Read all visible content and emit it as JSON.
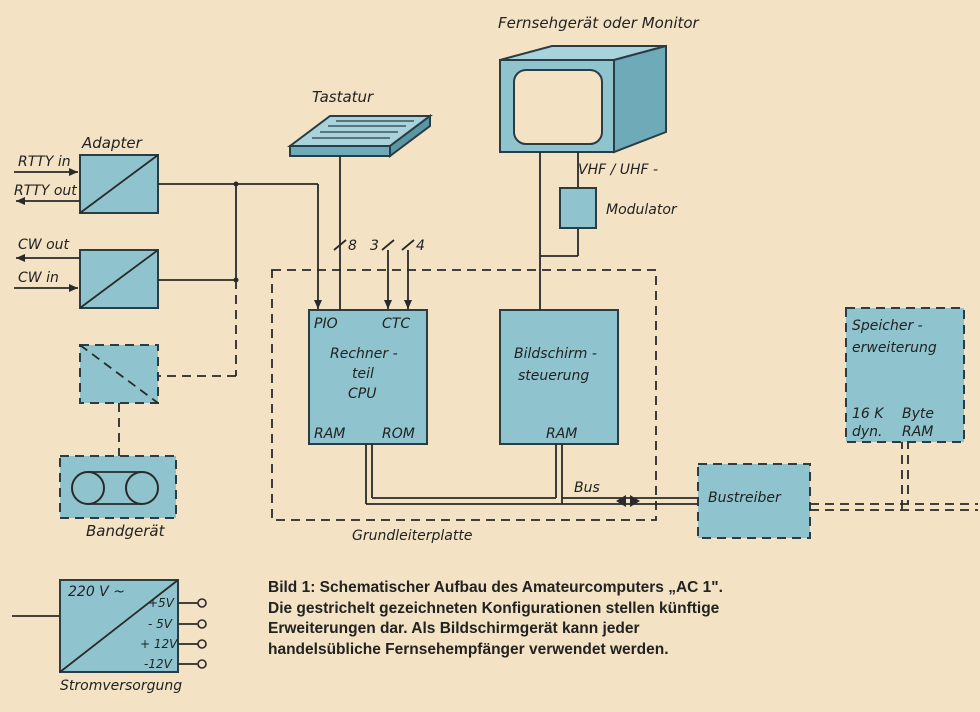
{
  "labels": {
    "monitor": "Fernsehgerät oder Monitor",
    "keyboard": "Tastatur",
    "adapter": "Adapter",
    "rtty_in": "RTTY in",
    "rtty_out": "RTTY out",
    "cw_out": "CW out",
    "cw_in": "CW in",
    "vhf": "VHF / UHF -",
    "modulator": "Modulator",
    "bus8": "8",
    "bus3": "3",
    "bus4": "4",
    "pio": "PIO",
    "ctc": "CTC",
    "cpu_line1": "Rechner -",
    "cpu_line2": "teil",
    "cpu_line3": "CPU",
    "ram": "RAM",
    "rom": "ROM",
    "video_line1": "Bildschirm -",
    "video_line2": "steuerung",
    "video_ram": "RAM",
    "bus": "Bus",
    "bustreiber": "Bustreiber",
    "mem_line1": "Speicher -",
    "mem_line2": "erweiterung",
    "mem_16k": "16 K",
    "mem_byte": "Byte",
    "mem_dyn": "dyn.",
    "mem_ram": "RAM",
    "tape": "Bandgerät",
    "board": "Grundleiterplatte",
    "psu_in": "220 V ~",
    "v1": "+5V",
    "v2": "- 5V",
    "v3": "+ 12V",
    "v4": "-12V",
    "psu": "Stromversorgung"
  },
  "caption": "Bild 1: Schematischer Aufbau des Amateurcomputers „AC 1\". Die gestrichelt gezeichneten Konfigurationen stellen künftige Erweiterungen dar. Als Bildschirmgerät kann jeder handelsübliche Fernsehempfänger verwendet werden."
}
